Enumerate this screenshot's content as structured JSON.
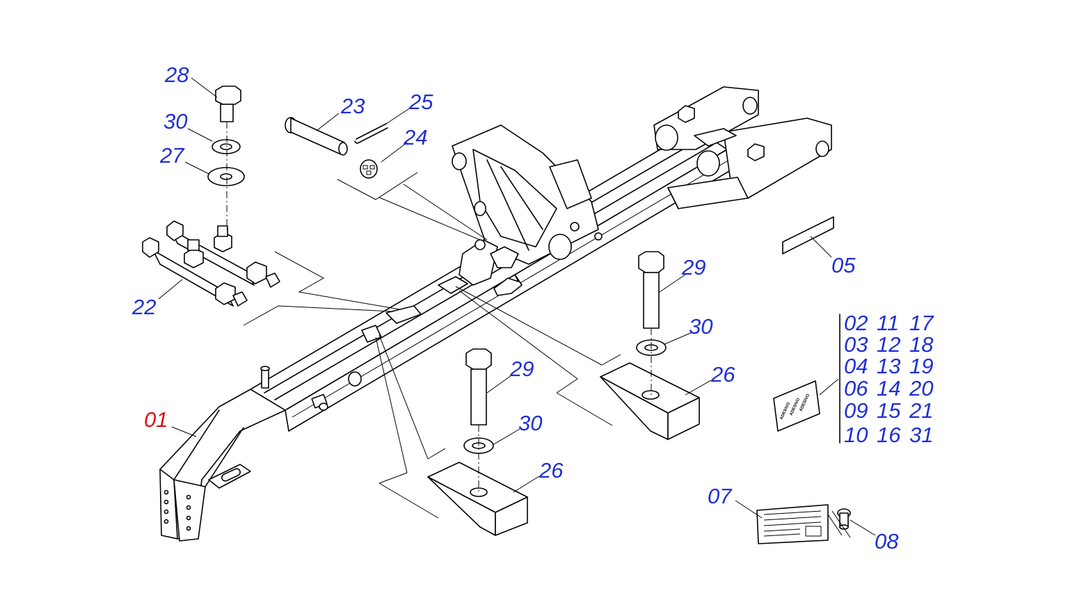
{
  "callouts": [
    {
      "id": "01",
      "label": "01",
      "selected": true
    },
    {
      "id": "05",
      "label": "05"
    },
    {
      "id": "07",
      "label": "07"
    },
    {
      "id": "08",
      "label": "08"
    },
    {
      "id": "22",
      "label": "22"
    },
    {
      "id": "23",
      "label": "23"
    },
    {
      "id": "24",
      "label": "24"
    },
    {
      "id": "25",
      "label": "25"
    },
    {
      "id": "26a",
      "label": "26"
    },
    {
      "id": "26b",
      "label": "26"
    },
    {
      "id": "27",
      "label": "27"
    },
    {
      "id": "28",
      "label": "28"
    },
    {
      "id": "29a",
      "label": "29"
    },
    {
      "id": "29b",
      "label": "29"
    },
    {
      "id": "30a",
      "label": "30"
    },
    {
      "id": "30b",
      "label": "30"
    },
    {
      "id": "30c",
      "label": "30"
    }
  ],
  "sticker_group": {
    "rows": [
      [
        "02",
        "11",
        "17"
      ],
      [
        "03",
        "12",
        "18"
      ],
      [
        "04",
        "13",
        "19"
      ],
      [
        "06",
        "14",
        "20"
      ],
      [
        "09",
        "15",
        "21"
      ],
      [
        "10",
        "16",
        "31"
      ]
    ],
    "sticker_text": [
      "ADESIVO",
      "ADESIVO",
      "ADESIVO"
    ]
  },
  "colors": {
    "callout": "#1f2fd6",
    "selected_callout": "#e01010",
    "linework": "#000000",
    "background": "#ffffff"
  }
}
